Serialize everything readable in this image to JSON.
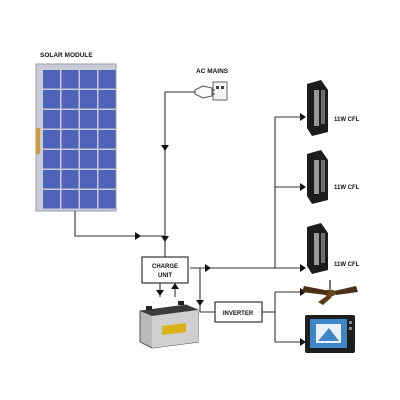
{
  "labels": {
    "solar_module": "SOLAR MODULE",
    "ac_mains": "AC MAINS",
    "charge_unit_line1": "CHARGE",
    "charge_unit_line2": "UNIT",
    "inverter": "INVERTER",
    "cfl_1": "11W CFL",
    "cfl_2": "11W CFL",
    "cfl_3": "11W CFL"
  },
  "colors": {
    "panel_cell": "#4f63b8",
    "panel_frame": "#c9cbd6",
    "battery_lid": "#d9b21a",
    "lamp_body": "#1c1c1c",
    "wire": "#333333",
    "tv_screen": "#3f86c8"
  },
  "icons": [
    "solar-panel-icon",
    "plug-icon",
    "battery-icon",
    "cfl-lamp-icon",
    "ceiling-fan-icon",
    "television-icon"
  ]
}
